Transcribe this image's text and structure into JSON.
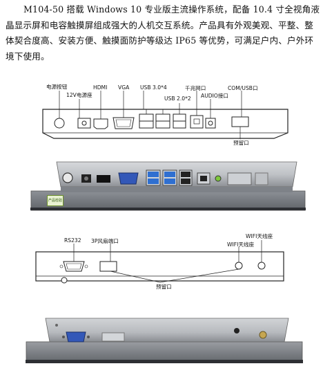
{
  "intro_text": "M104-50 搭载 Windows 10 专业版主流操作系统，配备 10.4 寸全视角液晶显示屏和电容触摸屏组成强大的人机交互系统。产品具有外观美观、平整、整体契合度高、安装方便、触摸面防护等级达 IP65 等优势，可满足户内、户外环境下使用。",
  "diagram_top": {
    "labels": {
      "power_button": "电源按钮",
      "dc12v": "12V电源座",
      "hdmi": "HDMI",
      "vga": "VGA",
      "usb30": "USB 3.0*4",
      "usb20": "USB 2.0*2",
      "lan": "千兆网口",
      "audio": "AUDIO接口",
      "com_usb": "COM/USB口",
      "reserved": "预留口"
    }
  },
  "photo_top": {
    "sticker": "产品检验"
  },
  "diagram_bottom": {
    "labels": {
      "rs232": "RS232",
      "fan_port": "3P风扇端口",
      "wifi_antenna_1": "WIFI天线座",
      "wifi_antenna_2": "WIFI天线座",
      "reserved": "预留口"
    }
  },
  "colors": {
    "usb3_blue": "#2f6fd0",
    "vga_blue": "#3358b8",
    "metal": "#a9adb3",
    "dark_metal": "#4a4d52"
  }
}
